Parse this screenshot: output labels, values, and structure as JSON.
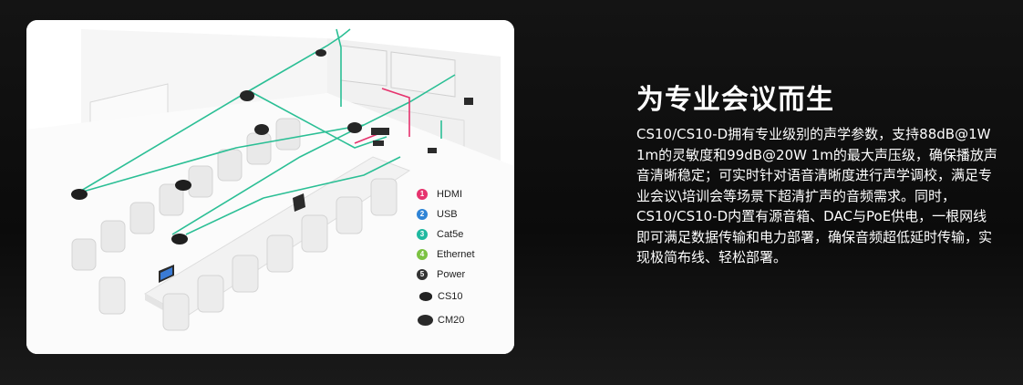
{
  "section": {
    "title": "为专业会议而生",
    "description": "CS10/CS10-D拥有专业级别的声学参数，支持88dB@1W 1m的灵敏度和99dB@20W 1m的最大声压级，确保播放声音清晰稳定；可实时针对语音清晰度进行声学调校，满足专业会议\\培训会等场景下超清扩声的音频需求。同时，CS10/CS10-D内置有源音箱、DAC与PoE供电，一根网线即可满足数据传输和电力部署，确保音频超低延时传输，实现极简布线、轻松部署。"
  },
  "legend": {
    "items": [
      {
        "num": "1",
        "label": "HDMI",
        "color": "#e6336e"
      },
      {
        "num": "2",
        "label": "USB",
        "color": "#2f84d6"
      },
      {
        "num": "3",
        "label": "Cat5e",
        "color": "#1fb9a0"
      },
      {
        "num": "4",
        "label": "Ethernet",
        "color": "#7cc242"
      },
      {
        "num": "5",
        "label": "Power",
        "color": "#333333"
      }
    ],
    "devices": [
      {
        "label": "CS10",
        "icon": "cs10-puck-icon"
      },
      {
        "label": "CM20",
        "icon": "cm20-puck-icon"
      }
    ]
  },
  "colors": {
    "cable_teal": "#2bbf95",
    "cable_pink": "#e6336e",
    "background": "#0e0e0e",
    "card": "#ffffff"
  }
}
